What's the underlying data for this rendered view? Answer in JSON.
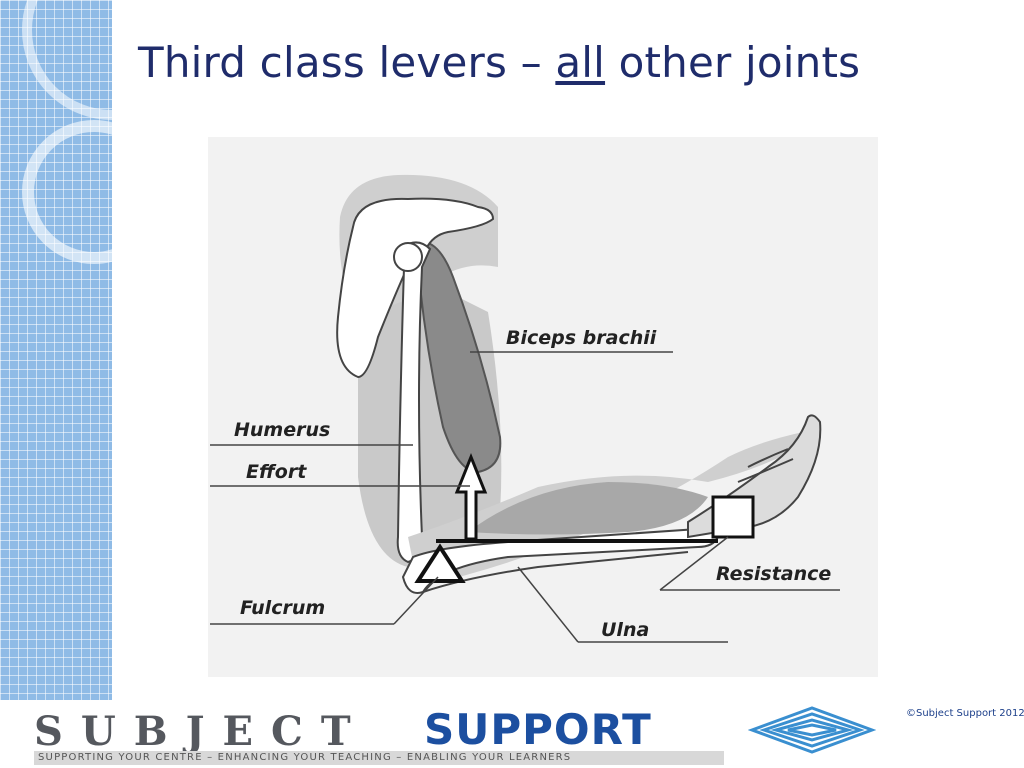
{
  "slide": {
    "title_pre": "Third class levers – ",
    "title_underlined": "all",
    "title_post": " other joints"
  },
  "diagram": {
    "labels": {
      "biceps": "Biceps brachii",
      "humerus": "Humerus",
      "effort": "Effort",
      "resistance": "Resistance",
      "fulcrum": "Fulcrum",
      "ulna": "Ulna"
    }
  },
  "footer": {
    "logo_subject": "SUBJECT",
    "logo_support": "SUPPORT",
    "tagline": "SUPPORTING YOUR CENTRE – ENHANCING YOUR TEACHING – ENABLING YOUR LEARNERS",
    "copyright": "©Subject Support 2012"
  },
  "colors": {
    "title": "#1f2c6b",
    "strip": "#8fbbe6",
    "support_blue": "#1c4fa0",
    "subject_grey": "#55585e"
  }
}
